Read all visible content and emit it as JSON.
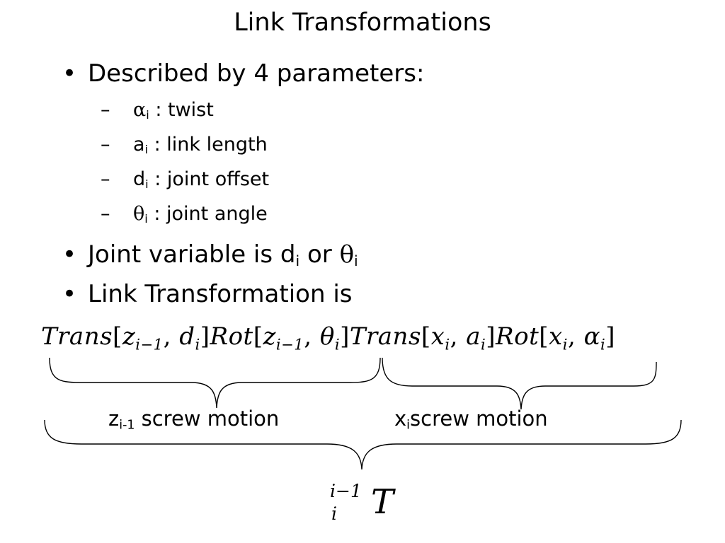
{
  "slide": {
    "title": "Link Transformations",
    "bullets": {
      "described": "Described by 4 parameters:",
      "joint_variable": {
        "text": "Joint variable is d",
        "sub1": "i",
        "or": " or ",
        "theta": "θ",
        "sub2": "i"
      },
      "link_transformation": "Link Transformation is"
    },
    "params": [
      {
        "dash": "–",
        "sym": "α",
        "sub": "i",
        "desc": " : twist"
      },
      {
        "dash": "–",
        "sym": "a",
        "sub": "i",
        "desc": " : link length"
      },
      {
        "dash": "–",
        "sym": "d",
        "sub": "i",
        "desc": " : joint offset"
      },
      {
        "dash": "–",
        "sym": "θ",
        "sub": "i",
        "desc": " : joint angle"
      }
    ],
    "formula": {
      "p1": "Trans",
      "b1": "[",
      "z1": "z",
      "z1sub": "i−1",
      "c1": ", ",
      "d": "d",
      "dsub": "i",
      "e1": "]",
      "p2": "Rot",
      "b2": "[",
      "z2": "z",
      "z2sub": "i−1",
      "c2": ", ",
      "th": "θ",
      "thsub": "i",
      "e2": "]",
      "p3": "Trans",
      "b3": "[",
      "x1": "x",
      "x1sub": "i",
      "c3": ", ",
      "a": "a",
      "asub": "i",
      "e3": "]",
      "p4": "Rot",
      "b4": "[",
      "x2": "x",
      "x2sub": "i",
      "c4": ", ",
      "al": "α",
      "alsub": "i",
      "e4": "]"
    },
    "labels": {
      "z_motion": {
        "sym": "z",
        "sub": "i-1",
        "text": " screw motion"
      },
      "x_motion": {
        "sym": "x",
        "sub": "i",
        "text": "screw motion"
      }
    },
    "result": {
      "sup": "i−1",
      "sub": "i",
      "sym": "T"
    }
  }
}
